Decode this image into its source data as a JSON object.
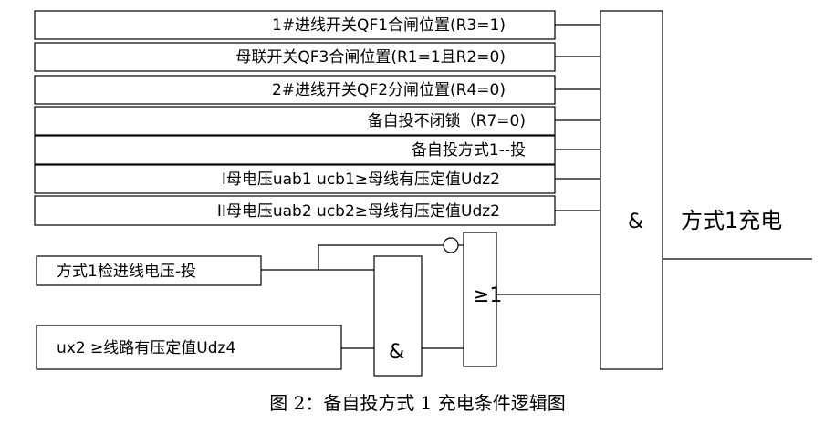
{
  "conditions": [
    {
      "label": "1#进线开关QF1合闸位置(R3=1)"
    },
    {
      "label": "母联开关QF3合闸位置(R1=1且R2=0)"
    },
    {
      "label": "2#进线开关QF2分闸位置(R4=0)"
    },
    {
      "label": "备自投不闭锁（R7=0)"
    },
    {
      "label": "备自投方式1--投"
    },
    {
      "label": "I母电压uab1 ucb1≥母线有压定值Udz2"
    },
    {
      "label": "II母电压uab2 ucb2≥母线有压定值Udz2"
    }
  ],
  "inputs": {
    "check_voltage": "方式1检进线电压-投",
    "ux2": "ux2 ≥线路有压定值Udz4"
  },
  "gates": {
    "and_small": "&",
    "or": "≥1",
    "and_main": "&"
  },
  "output": "方式1充电",
  "caption": "图 2：备自投方式 1 充电条件逻辑图"
}
